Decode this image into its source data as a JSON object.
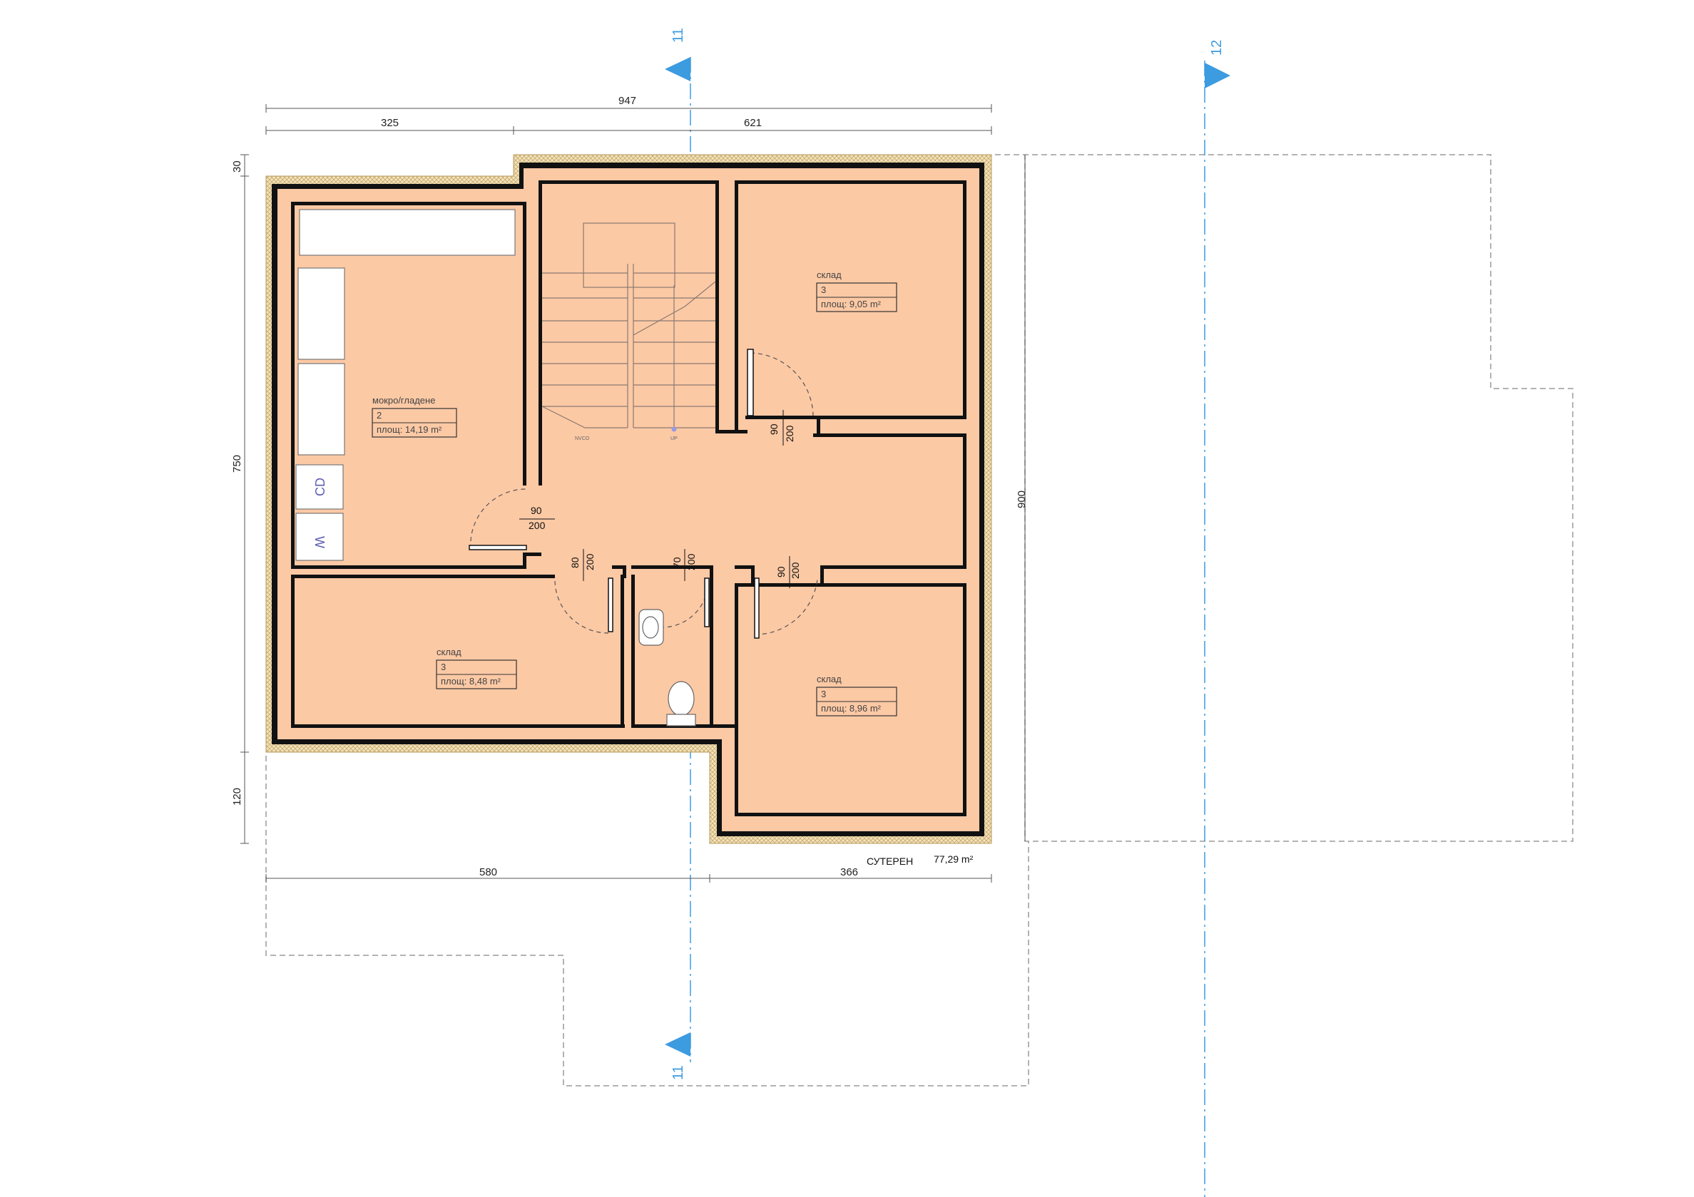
{
  "colors": {
    "room_fill": "#fcc9a5",
    "wall": "#111111",
    "insulation": "#e7d3a2",
    "axis": "#3d9be0",
    "outline": "#9a9a9a"
  },
  "axes": [
    {
      "id": "top-11",
      "label": "11"
    },
    {
      "id": "top-12",
      "label": "12"
    },
    {
      "id": "bottom-11",
      "label": "11"
    }
  ],
  "dimensions": {
    "overall_width": "947",
    "left_segment": "325",
    "right_segment": "621",
    "top_wall": "30",
    "left_height": "750",
    "bottom_offset": "120",
    "right_height": "900",
    "bottom_left": "580",
    "bottom_right": "366"
  },
  "rooms": [
    {
      "id": "laundry",
      "name": "мокро/гладене",
      "number": "2",
      "area": "площ: 14,19 m²"
    },
    {
      "id": "storage-top-right",
      "name": "склад",
      "number": "3",
      "area": "площ: 9,05 m²"
    },
    {
      "id": "storage-bottom-left",
      "name": "склад",
      "number": "3",
      "area": "площ: 8,48 m²"
    },
    {
      "id": "storage-bottom-right",
      "name": "склад",
      "number": "3",
      "area": "площ: 8,96 m²"
    }
  ],
  "doors": [
    {
      "id": "door-storage-top",
      "width": "90",
      "height": "200"
    },
    {
      "id": "door-laundry",
      "width": "90",
      "height": "200"
    },
    {
      "id": "door-storage-left",
      "width": "80",
      "height": "200"
    },
    {
      "id": "door-wc",
      "width": "70",
      "height": "200"
    },
    {
      "id": "door-storage-right",
      "width": "90",
      "height": "200"
    }
  ],
  "appliances": {
    "dryer": "CD",
    "washer": "W"
  },
  "stairs": {
    "start_label": "NVCO",
    "end_label": "UP"
  },
  "floor": {
    "name": "СУТЕРЕН",
    "area": "77,29 m²"
  }
}
